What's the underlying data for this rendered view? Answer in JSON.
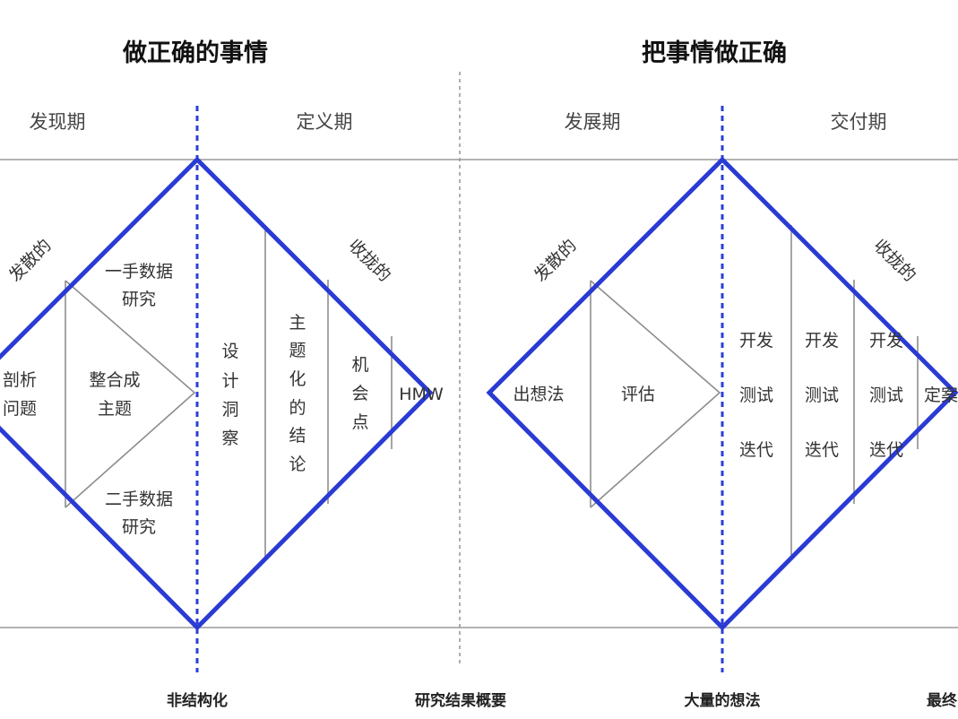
{
  "titles": {
    "left": "做正确的事情",
    "right": "把事情做正确"
  },
  "phases": [
    "发现期",
    "定义期",
    "发展期",
    "交付期"
  ],
  "diamond1": {
    "diverge_label": "发散的",
    "converge_label": "收拢的",
    "items": {
      "dissect_line1": "剖析",
      "dissect_line2": "问题",
      "primary_line1": "一手数据",
      "primary_line2": "研究",
      "integrate_line1": "整合成",
      "integrate_line2": "主题",
      "secondary_line1": "二手数据",
      "secondary_line2": "研究",
      "insight": [
        "设",
        "计",
        "洞",
        "察"
      ],
      "thematic": [
        "主",
        "题",
        "化",
        "的",
        "结",
        "论"
      ],
      "opportunity": [
        "机",
        "会",
        "点"
      ],
      "hmw": "HMW"
    }
  },
  "diamond2": {
    "diverge_label": "发散的",
    "converge_label": "收拢的",
    "items": {
      "ideate": "出想法",
      "evaluate": "评估",
      "iterate_col1": [
        "开发",
        "测试",
        "迭代"
      ],
      "iterate_col2": [
        "开发",
        "测试",
        "迭代"
      ],
      "iterate_col3": [
        "开发",
        "测试",
        "迭代"
      ],
      "final_partial": "定案"
    }
  },
  "bottom_labels": [
    "非结构化",
    "研究结果概要",
    "大量的想法",
    "最终"
  ],
  "colors": {
    "diamond_stroke": "#2a3bd4",
    "phase_divider": "#2b3fd6",
    "grid_lines": "#9a9a9a"
  }
}
